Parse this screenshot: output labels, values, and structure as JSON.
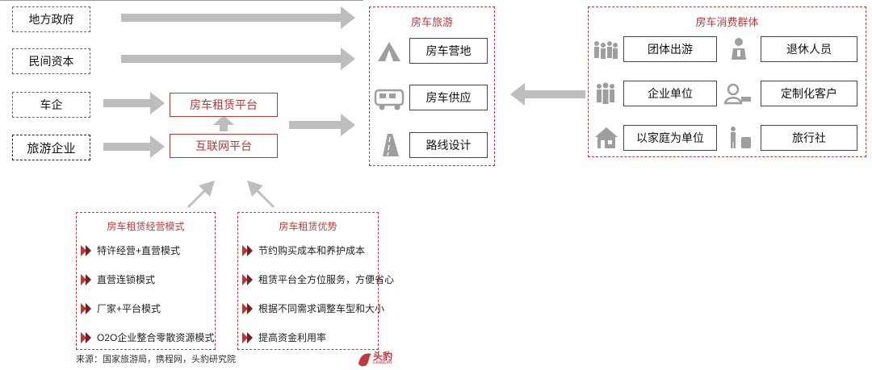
{
  "sources": [
    "地方政府",
    "民间资本",
    "车企",
    "旅游企业"
  ],
  "platforms": {
    "rental": "房车租赁平台",
    "internet": "互联网平台"
  },
  "tourism": {
    "title": "房车旅游",
    "items": [
      "房车营地",
      "房车供应",
      "路线设计"
    ]
  },
  "consumers": {
    "title": "房车消费群体",
    "items": [
      "团体出游",
      "退休人员",
      "企业单位",
      "定制化客户",
      "以家庭为单位",
      "旅行社"
    ]
  },
  "models": {
    "title": "房车租赁经营模式",
    "items": [
      "特许经营+直营模式",
      "直营连锁模式",
      "厂家+平台模式",
      "O2O企业整合零散资源模式"
    ]
  },
  "advantages": {
    "title": "房车租赁优势",
    "items": [
      "节约购买成本和养护成本",
      "租赁平台全方位服务，方便省心",
      "根据不同需求调整车型和大小",
      "提高资金利用率"
    ]
  },
  "footer": {
    "source": "来源：国家旅游局，携程网，头豹研究院",
    "logo": "头豹",
    "logo_sub": "LeadLeo"
  },
  "colors": {
    "accent": "#c0393b",
    "arrow": "#bdbdbd",
    "icon": "#9e9e9e"
  }
}
